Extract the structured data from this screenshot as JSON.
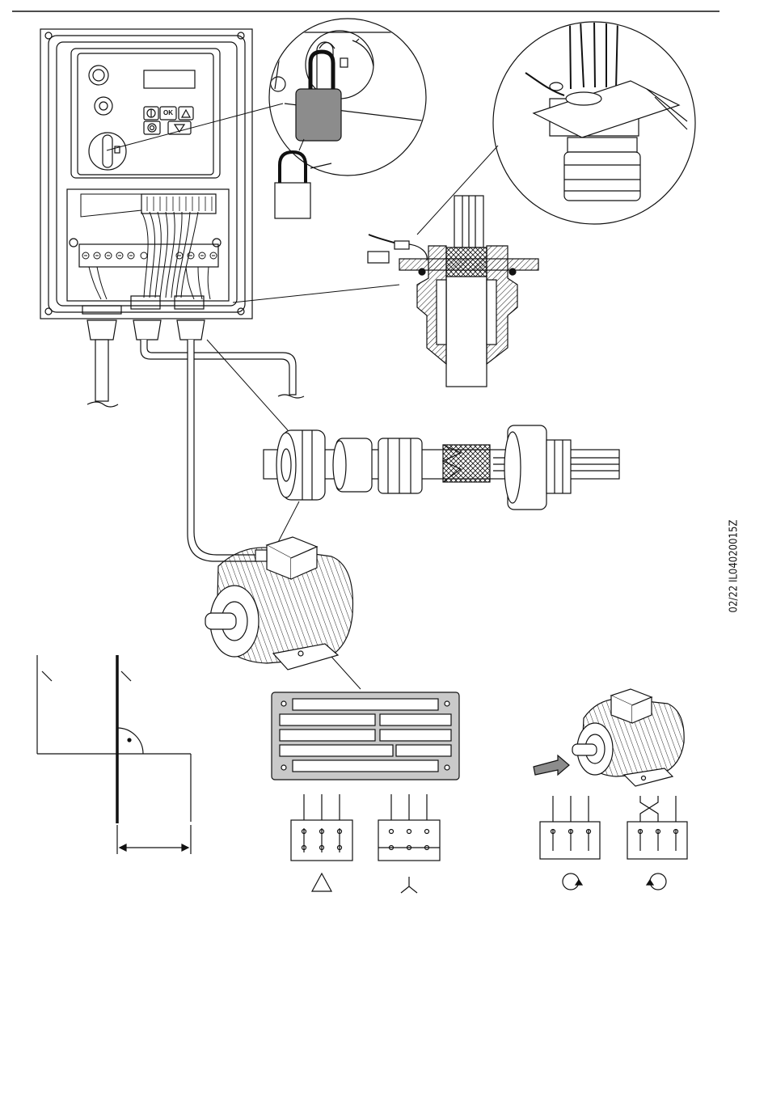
{
  "figure": {
    "code": "02/22 IL04020015Z",
    "keypad_labels": {
      "ok": "OK"
    },
    "symbols": {
      "delta": "delta-connection",
      "star": "star-connection",
      "rotation_cw": "clockwise-arrow",
      "rotation_ccw": "counter-clockwise-arrow",
      "padlock": "padlock-icon"
    },
    "colors": {
      "line": "#111111",
      "fill_grey": "#8c8c8c",
      "fill_light": "#cfcfcf",
      "fill_dark": "#4a4a4a"
    }
  }
}
